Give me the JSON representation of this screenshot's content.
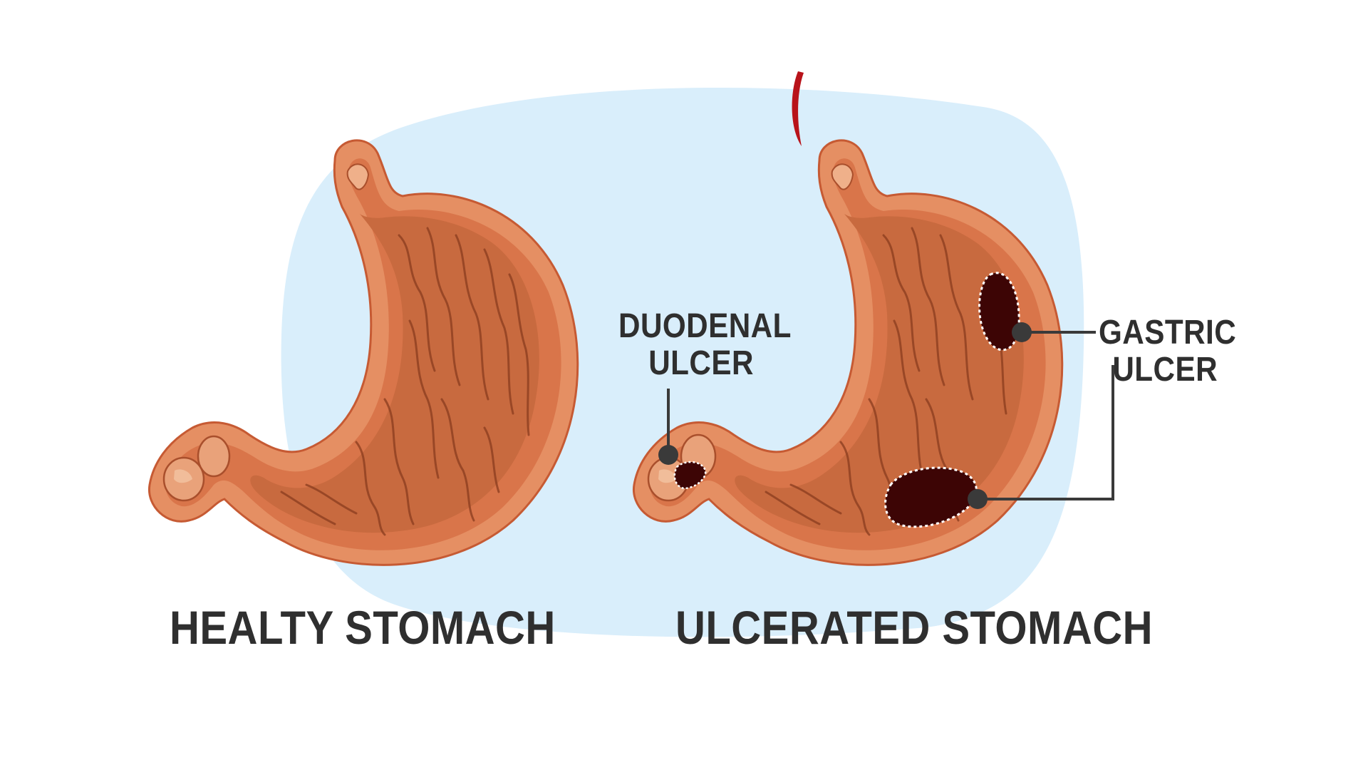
{
  "labels": {
    "healthy_stomach": "HEALTY STOMACH",
    "ulcerated_stomach": "ULCERATED STOMACH",
    "duodenal_ulcer": [
      "DUODENAL",
      "ULCER"
    ],
    "gastric_ulcer": [
      "GASTRIC",
      "ULCER"
    ]
  },
  "colors": {
    "background": "#ffffff",
    "backdrop_blue": "#d9eefb",
    "stomach_outer": "#e58f63",
    "stomach_wall": "#d9754a",
    "stomach_inner": "#c86a3f",
    "rugae_line": "#8a3c1e",
    "ulcer": "#3d0505",
    "ulcer_rim": "#ffffff",
    "pointer": "#3a3a3a",
    "text": "#2f2f2f",
    "accent_red": "#b8131a"
  }
}
